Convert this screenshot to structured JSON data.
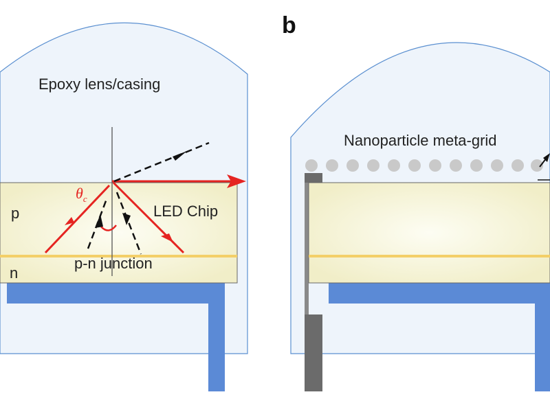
{
  "panel_a": {
    "lens_label": "Epoxy lens/casing",
    "p_label": "p",
    "n_label": "n",
    "chip_label": "LED Chip",
    "junction_label": "p-n junction",
    "theta_symbol": "θ",
    "theta_subscript": "c"
  },
  "panel_b": {
    "letter": "b",
    "grid_label": "Nanoparticle meta-grid"
  },
  "colors": {
    "ray_red": "#e52421",
    "frame_blue": "#5b8ad6",
    "lens_outline": "#5a8fd0",
    "lens_fill": "#eef4fb",
    "chip_fill": "#f7f5dc",
    "junction": "#f3cf68",
    "particle": "#c9c9c9",
    "contact_gray": "#6b6b6b"
  }
}
